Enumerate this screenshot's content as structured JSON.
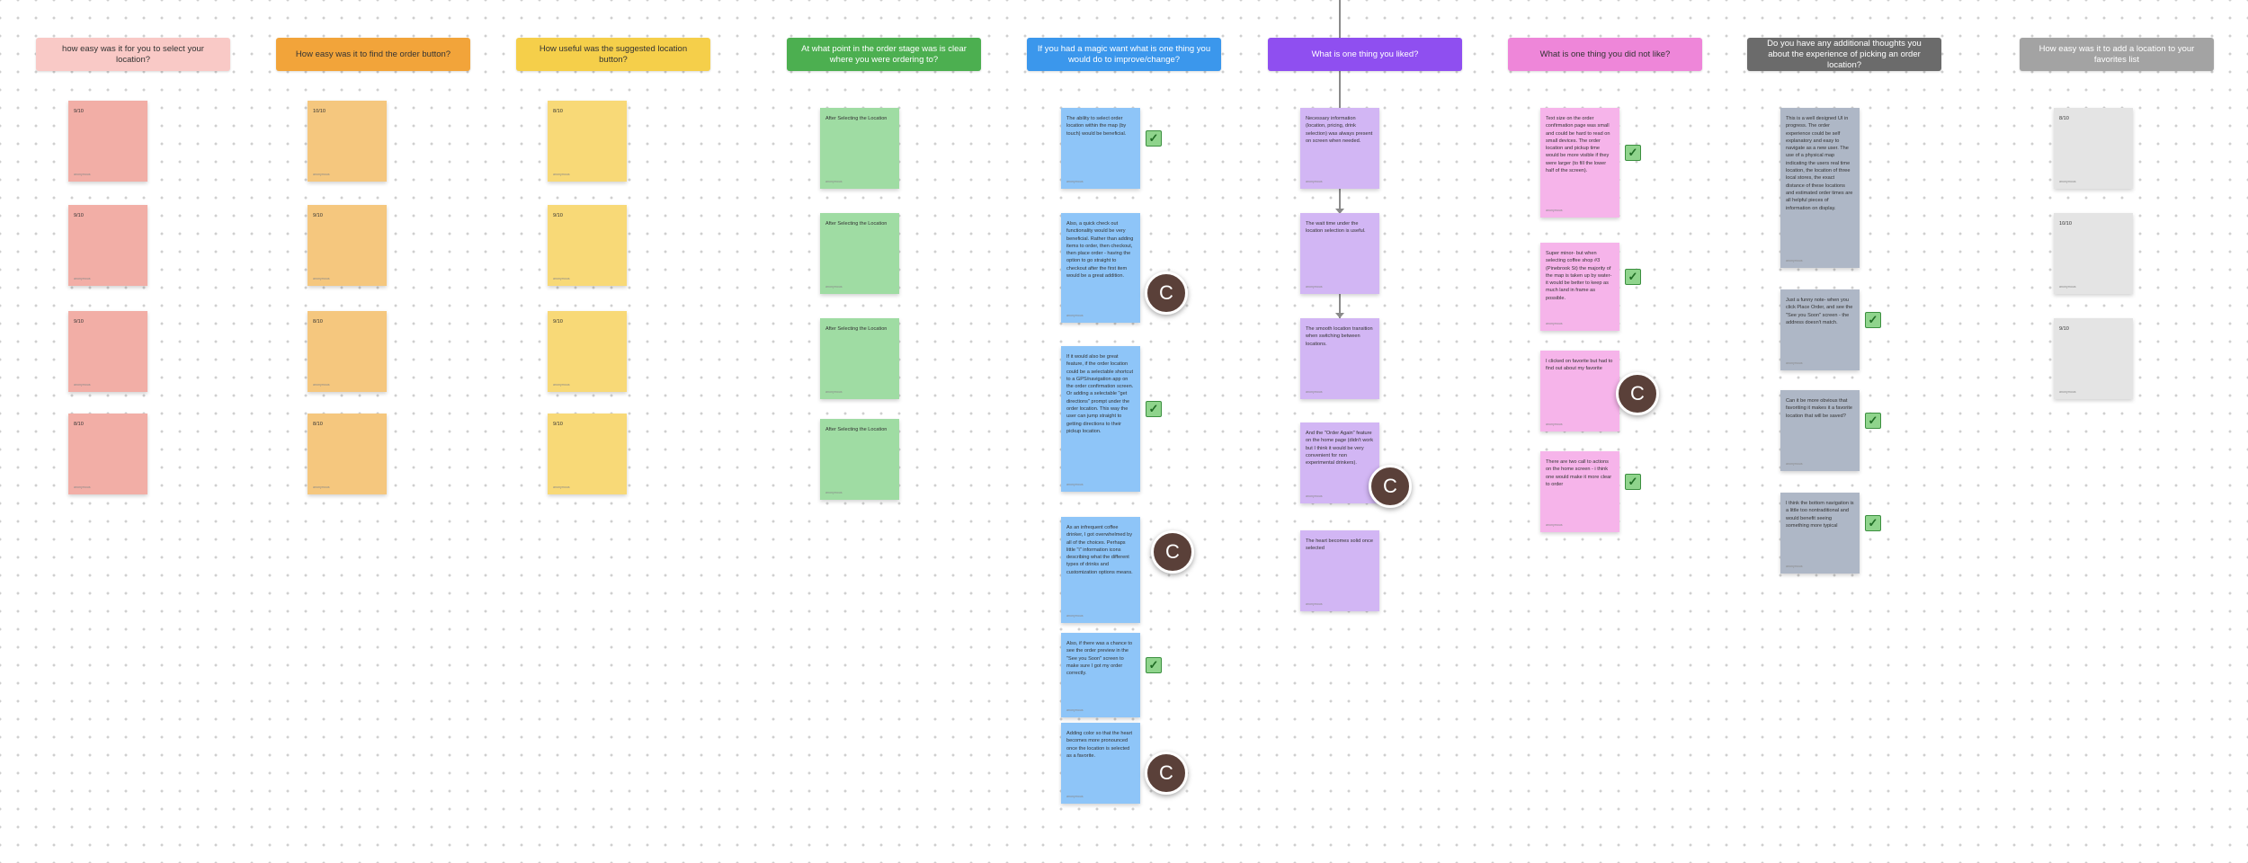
{
  "board": {
    "columns": [
      {
        "header": "how easy was it for you to select your location?",
        "header_bg": "#f9c9c6",
        "header_fg": "#333333",
        "note_bg": "#f2aea6",
        "notes": [
          {
            "text": "9/10",
            "author": "anonymous"
          },
          {
            "text": "9/10",
            "author": "anonymous"
          },
          {
            "text": "9/10",
            "author": "anonymous"
          },
          {
            "text": "8/10",
            "author": "anonymous"
          }
        ]
      },
      {
        "header": "How easy was it to find the order button?",
        "header_bg": "#f2a43a",
        "header_fg": "#333333",
        "note_bg": "#f5c77e",
        "notes": [
          {
            "text": "10/10",
            "author": "anonymous"
          },
          {
            "text": "9/10",
            "author": "anonymous"
          },
          {
            "text": "8/10",
            "author": "anonymous"
          },
          {
            "text": "8/10",
            "author": "anonymous"
          }
        ]
      },
      {
        "header": "How useful was the suggested location button?",
        "header_bg": "#f5cf4a",
        "header_fg": "#333333",
        "note_bg": "#f8d977",
        "notes": [
          {
            "text": "8/10",
            "author": "anonymous"
          },
          {
            "text": "9/10",
            "author": "anonymous"
          },
          {
            "text": "9/10",
            "author": "anonymous"
          },
          {
            "text": "9/10",
            "author": "anonymous"
          }
        ]
      },
      {
        "header": "At what point in the order stage was is clear where you were ordering to?",
        "header_bg": "#4caf50",
        "header_fg": "#ffffff",
        "note_bg": "#9fdca3",
        "notes": [
          {
            "text": "After Selecting the Location",
            "author": "anonymous"
          },
          {
            "text": "After Selecting the Location",
            "author": "anonymous"
          },
          {
            "text": "After Selecting the Location",
            "author": "anonymous"
          },
          {
            "text": "After Selecting the Location",
            "author": "anonymous"
          }
        ]
      },
      {
        "header": "If you had a magic want what is one thing you would do to improve/change?",
        "header_bg": "#3b97ec",
        "header_fg": "#ffffff",
        "note_bg": "#8ec5f8",
        "notes": [
          {
            "text": "The ability to select order location within the map (by touch) would be beneficial.",
            "author": "anonymous"
          },
          {
            "text": "Also, a quick check out functionality would be very beneficial. Rather than adding items to order, then checkout, then place order - having the option to go straight to checkout after the first item would be a great addition.",
            "author": "anonymous"
          },
          {
            "text": "If it would also be great feature, if the order location could be a selectable shortcut to a GPS/navigation app on the order confirmation screen. Or adding a selectable \"get directions\" prompt under the order location. This way the user can jump straight to getting directions to their pickup location.",
            "author": "anonymous"
          },
          {
            "text": "As an infrequent coffee drinker, I got overwhelmed by all of the choices. Perhaps little \"i\" information icons describing what the different types of drinks and customization options means.",
            "author": "anonymous"
          },
          {
            "text": "Also, if there was a chance to see the order preview in the \"See you Soon\" screen to make sure I got my order correctly.",
            "author": "anonymous"
          },
          {
            "text": "Adding color so that the heart becomes more pronounced once the location is selected as a favorite.",
            "author": "anonymous"
          }
        ]
      },
      {
        "header": "What is one thing you liked?",
        "header_bg": "#8f4ff0",
        "header_fg": "#ffffff",
        "note_bg": "#d2b6f4",
        "notes": [
          {
            "text": "Necessary information (location, pricing, drink selection) was always present on screen when needed.",
            "author": "anonymous"
          },
          {
            "text": "The wait time under the location selection is useful.",
            "author": "anonymous"
          },
          {
            "text": "The smooth location transition when switching between locations.",
            "author": "anonymous"
          },
          {
            "text": "And the \"Order Again\" feature on the home page (didn't work but I think it would be very convenient for non experimental drinkers).",
            "author": "anonymous"
          },
          {
            "text": "The heart becomes solid once selected",
            "author": "anonymous"
          }
        ]
      },
      {
        "header": "What is one thing you did not like?",
        "header_bg": "#ee86d9",
        "header_fg": "#333333",
        "note_bg": "#f6b4ea",
        "notes": [
          {
            "text": "Text size on the order confirmation page was small and could be hard to read on small devices. The order location and pickup time would be more visible if they were larger (to fill the lower half of the screen).",
            "author": "anonymous"
          },
          {
            "text": "Super minor- but when selecting coffee shop #3 (Pinebrook St) the majority of the map is taken up by water- it would be better to keep as much land in frame as possible.",
            "author": "anonymous"
          },
          {
            "text": "I clicked on favorite but had to find out about my favorite",
            "author": "anonymous"
          },
          {
            "text": "There are two call to actions on the home screen - i think one would make it more clear to order",
            "author": "anonymous"
          }
        ]
      },
      {
        "header": "Do you have any additional thoughts you about the experience of picking an order location?",
        "header_bg": "#6b6b6b",
        "header_fg": "#ffffff",
        "note_bg": "#aeb7c6",
        "notes": [
          {
            "text": "This is a well designed UI in progress. The order experience could be self explanatory and easy to navigate as a new user. The use of a physical map indicating the users real time location, the location of three local stores, the exact distance of these locations and estimated order times are all helpful pieces of information on display.",
            "author": "anonymous"
          },
          {
            "text": "Just a funny note- when you click Place Order, and see the \"See you Soon\" screen - the address doesn't match.",
            "author": "anonymous"
          },
          {
            "text": "Can it be more obvious that favoriting it makes it a favorite location that will be saved?",
            "author": "anonymous"
          },
          {
            "text": "I think the bottom navigation is a little too nontraditional and would benefit seeing something more typical",
            "author": "anonymous"
          }
        ]
      },
      {
        "header": "How easy was it to add a location to your favorites list",
        "header_bg": "#a3a3a3",
        "header_fg": "#ffffff",
        "note_bg": "#e4e4e4",
        "notes": [
          {
            "text": "8/10",
            "author": "anonymous"
          },
          {
            "text": "10/10",
            "author": "anonymous"
          },
          {
            "text": "9/10",
            "author": "anonymous"
          }
        ]
      }
    ]
  },
  "reactions": {
    "checkmark_icon": "✓",
    "avatar_initial": "C",
    "avatar_color": "#5a4039"
  }
}
